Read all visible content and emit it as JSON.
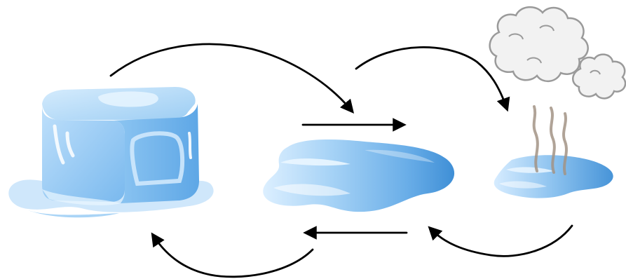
{
  "diagram": {
    "stages": [
      {
        "id": "solid",
        "icon": "ice-cube-icon"
      },
      {
        "id": "liquid",
        "icon": "water-puddle-icon"
      },
      {
        "id": "gas",
        "icon": "steam-cloud-icon"
      }
    ],
    "transitions": [
      {
        "from": "solid",
        "to": "liquid",
        "style": "curved"
      },
      {
        "from": "solid",
        "to": "liquid",
        "style": "straight"
      },
      {
        "from": "liquid",
        "to": "gas",
        "style": "curved"
      },
      {
        "from": "gas",
        "to": "liquid",
        "style": "curved"
      },
      {
        "from": "liquid",
        "to": "solid",
        "style": "straight"
      },
      {
        "from": "liquid",
        "to": "solid",
        "style": "curved"
      }
    ],
    "colors": {
      "arrow": "#000000",
      "water_light": "#cfe6fb",
      "water_mid": "#8fc3ef",
      "water_dark": "#3f8fd6",
      "ice_face": "#a9d2f4",
      "ice_edge": "#6fb2ea",
      "cloud_fill": "#f2f2f2",
      "cloud_stroke": "#9a9a9a",
      "steam": "#a39486"
    }
  }
}
